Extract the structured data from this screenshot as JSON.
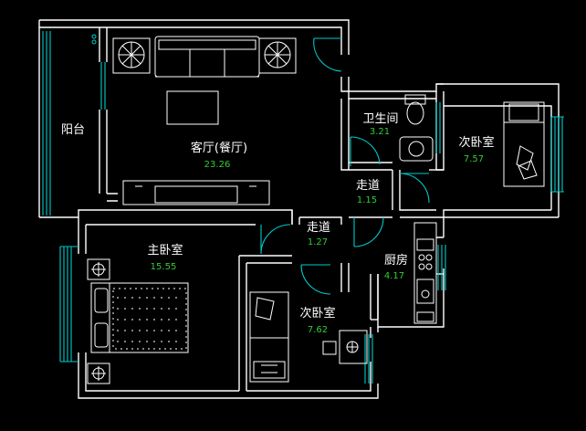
{
  "floor_plan": {
    "colors": {
      "background": "#000000",
      "wall": "#ffffff",
      "window": "#00cccc",
      "door": "#00cccc",
      "furniture": "#ffffff",
      "room_name": "#ffffff",
      "room_area": "#33cc33"
    },
    "rooms": [
      {
        "id": "balcony",
        "name": "阳台",
        "area": ""
      },
      {
        "id": "living-dining",
        "name": "客厅(餐厅)",
        "area": "23.26"
      },
      {
        "id": "bathroom",
        "name": "卫生间",
        "area": "3.21"
      },
      {
        "id": "second-bedroom-east",
        "name": "次卧室",
        "area": "7.57"
      },
      {
        "id": "hallway-upper",
        "name": "走道",
        "area": "1.15"
      },
      {
        "id": "hallway-lower",
        "name": "走道",
        "area": "1.27"
      },
      {
        "id": "master-bedroom",
        "name": "主卧室",
        "area": "15.55"
      },
      {
        "id": "kitchen",
        "name": "厨房",
        "area": "4.17"
      },
      {
        "id": "second-bedroom-south",
        "name": "次卧室",
        "area": "7.62"
      }
    ]
  }
}
